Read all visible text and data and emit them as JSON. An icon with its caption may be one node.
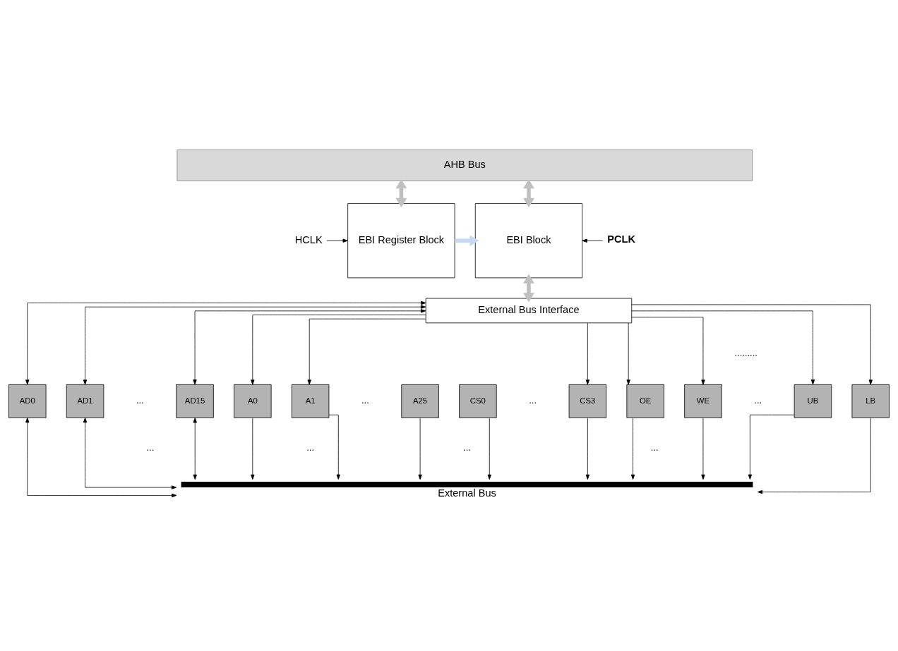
{
  "diagram": {
    "nodes": [
      {
        "text": [
          "AHB Bus"
        ]
      },
      {
        "text": [
          "EBI Register Block"
        ]
      },
      {
        "text": [
          "EBI Block"
        ]
      },
      {
        "text": [
          "External Bus Interface"
        ]
      },
      {
        "text": [
          "AD0"
        ]
      },
      {
        "text": [
          "AD1"
        ]
      },
      {
        "text": [
          "AD15"
        ]
      },
      {
        "text": [
          "A0"
        ]
      },
      {
        "text": [
          "A1"
        ]
      },
      {
        "text": [
          "A25"
        ]
      },
      {
        "text": [
          "CS0"
        ]
      },
      {
        "text": [
          "CS3"
        ]
      },
      {
        "text": [
          "OE"
        ]
      },
      {
        "text": [
          "WE"
        ]
      },
      {
        "text": [
          "UB"
        ]
      },
      {
        "text": [
          "LB"
        ]
      },
      {
        "text": [
          "External Bus"
        ]
      },
      {
        "text": [
          "HCLK"
        ]
      },
      {
        "text": [
          "PCLK"
        ]
      }
    ],
    "edges": [
      {
        "from": 0,
        "to": 1,
        "arrow": "both",
        "style": "thick",
        "color": "#c0c0c0"
      },
      {
        "from": 0,
        "to": 2,
        "arrow": "both",
        "style": "thick",
        "color": "#c0c0c0"
      },
      {
        "from": 17,
        "to": 1,
        "arrow": "to"
      },
      {
        "from": 1,
        "to": 2,
        "arrow": "to",
        "style": "thick",
        "color": "#c6d9f1"
      },
      {
        "from": 18,
        "to": 2,
        "arrow": "to"
      },
      {
        "from": 2,
        "to": 3,
        "arrow": "both",
        "style": "thick",
        "color": "#c0c0c0"
      },
      {
        "from": 3,
        "to": 4,
        "arrow": "both"
      },
      {
        "from": 3,
        "to": 5,
        "arrow": "both"
      },
      {
        "from": 3,
        "to": 6,
        "arrow": "both"
      },
      {
        "from": 3,
        "to": 7,
        "arrow": "to"
      },
      {
        "from": 3,
        "to": 8,
        "arrow": "to"
      },
      {
        "from": 3,
        "to": 11,
        "arrow": "to"
      },
      {
        "from": 3,
        "to": 12,
        "arrow": "to"
      },
      {
        "from": 3,
        "to": 13,
        "arrow": "to"
      },
      {
        "from": 3,
        "to": 14,
        "arrow": "to"
      },
      {
        "from": 3,
        "to": 15,
        "arrow": "to"
      },
      {
        "from": 4,
        "to": 16,
        "arrow": "both"
      },
      {
        "from": 5,
        "to": 16,
        "arrow": "both"
      },
      {
        "from": 6,
        "to": 16,
        "arrow": "both"
      },
      {
        "from": 7,
        "to": 16,
        "arrow": "to"
      },
      {
        "from": 8,
        "to": 16,
        "arrow": "to"
      },
      {
        "from": 9,
        "to": 16,
        "arrow": "to"
      },
      {
        "from": 10,
        "to": 16,
        "arrow": "to"
      },
      {
        "from": 11,
        "to": 16,
        "arrow": "to"
      },
      {
        "from": 12,
        "to": 16,
        "arrow": "to"
      },
      {
        "from": 13,
        "to": 16,
        "arrow": "to"
      },
      {
        "from": 14,
        "to": 16,
        "arrow": "to"
      },
      {
        "from": 15,
        "to": 16,
        "arrow": "to"
      }
    ],
    "labels": [
      ".........",
      "...",
      "...",
      "...",
      "...",
      "...",
      "...",
      "...",
      "..."
    ]
  }
}
